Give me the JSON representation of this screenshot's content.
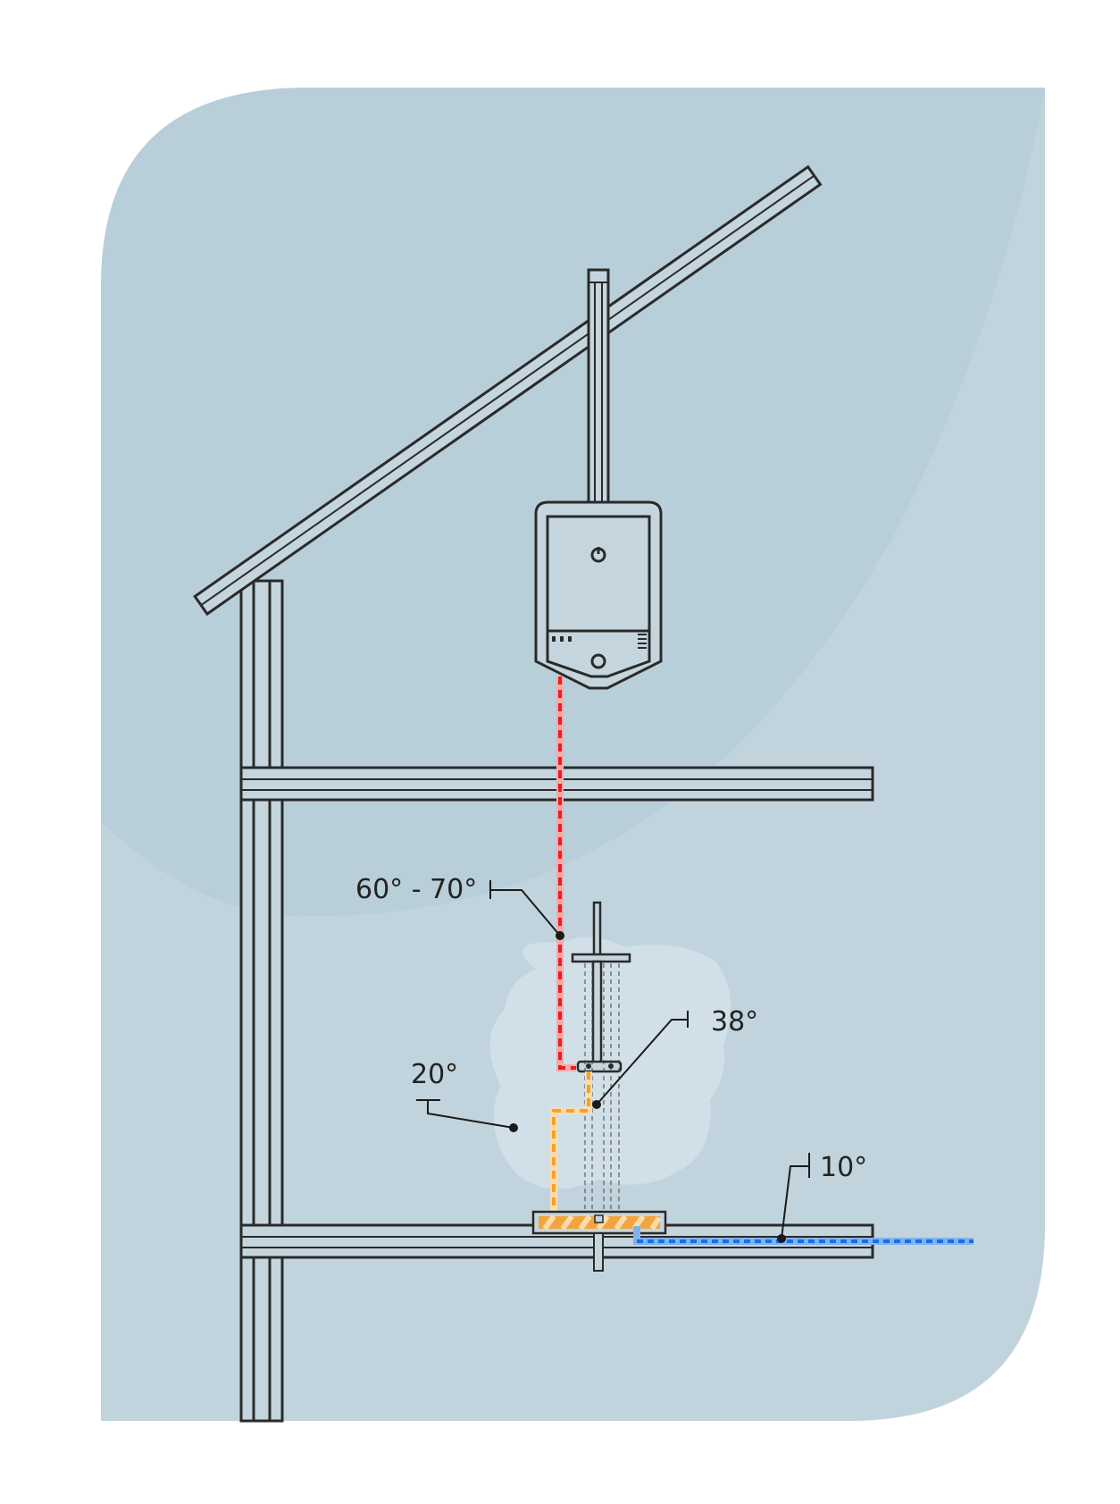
{
  "labels": {
    "top_outlet": "60° - 70°",
    "shower": "38°",
    "room": "20°",
    "drain": "10°"
  },
  "colors": {
    "background_panel": "#b8ced9",
    "background_highlight": "#c5d6df",
    "frame_stroke": "#2a2a2a",
    "frame_fill": "#c4d5de",
    "hot_water": "#ee1c1c",
    "hot_water_glow": "#f3a9ad",
    "warm_water": "#f7a02a",
    "warm_water_glow": "#fbdcae",
    "drain_water": "#1a6ee6",
    "drain_water_glow": "#7fb3ee",
    "steam": "#d3e2ea"
  },
  "icons": {
    "power": "power-icon",
    "dial": "dial-icon"
  }
}
